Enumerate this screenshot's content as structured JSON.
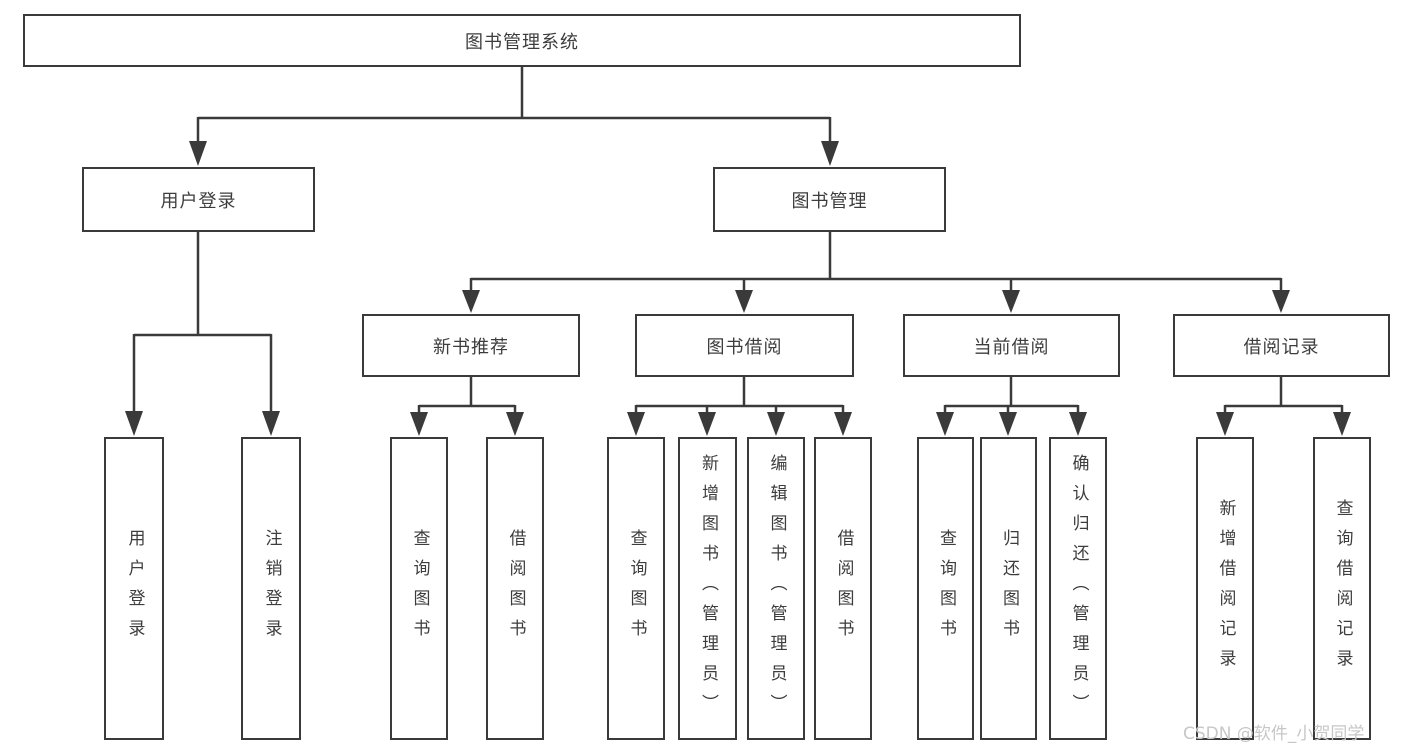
{
  "colors": {
    "line": "#3a3a3a",
    "text": "#3d3d3d",
    "background": "#ffffff",
    "watermark": "#c7c7c7"
  },
  "diagram": {
    "root": {
      "label": "图书管理系统"
    },
    "branches": [
      {
        "label": "用户登录"
      },
      {
        "label": "图书管理"
      }
    ],
    "modules": [
      {
        "label": "新书推荐"
      },
      {
        "label": "图书借阅"
      },
      {
        "label": "当前借阅"
      },
      {
        "label": "借阅记录"
      }
    ],
    "leaves": {
      "user_login": [
        "用户登录",
        "注销登录"
      ],
      "new_books": [
        "查询图书",
        "借阅图书"
      ],
      "book_borrow": [
        "查询图书",
        "新增图书（管理员）",
        "编辑图书（管理员）",
        "借阅图书"
      ],
      "current_borrow": [
        "查询图书",
        "归还图书",
        "确认归还（管理员）"
      ],
      "borrow_records": [
        "新增借阅记录",
        "查询借阅记录"
      ]
    }
  },
  "watermark": {
    "text": "CSDN @软件_小贺同学"
  }
}
